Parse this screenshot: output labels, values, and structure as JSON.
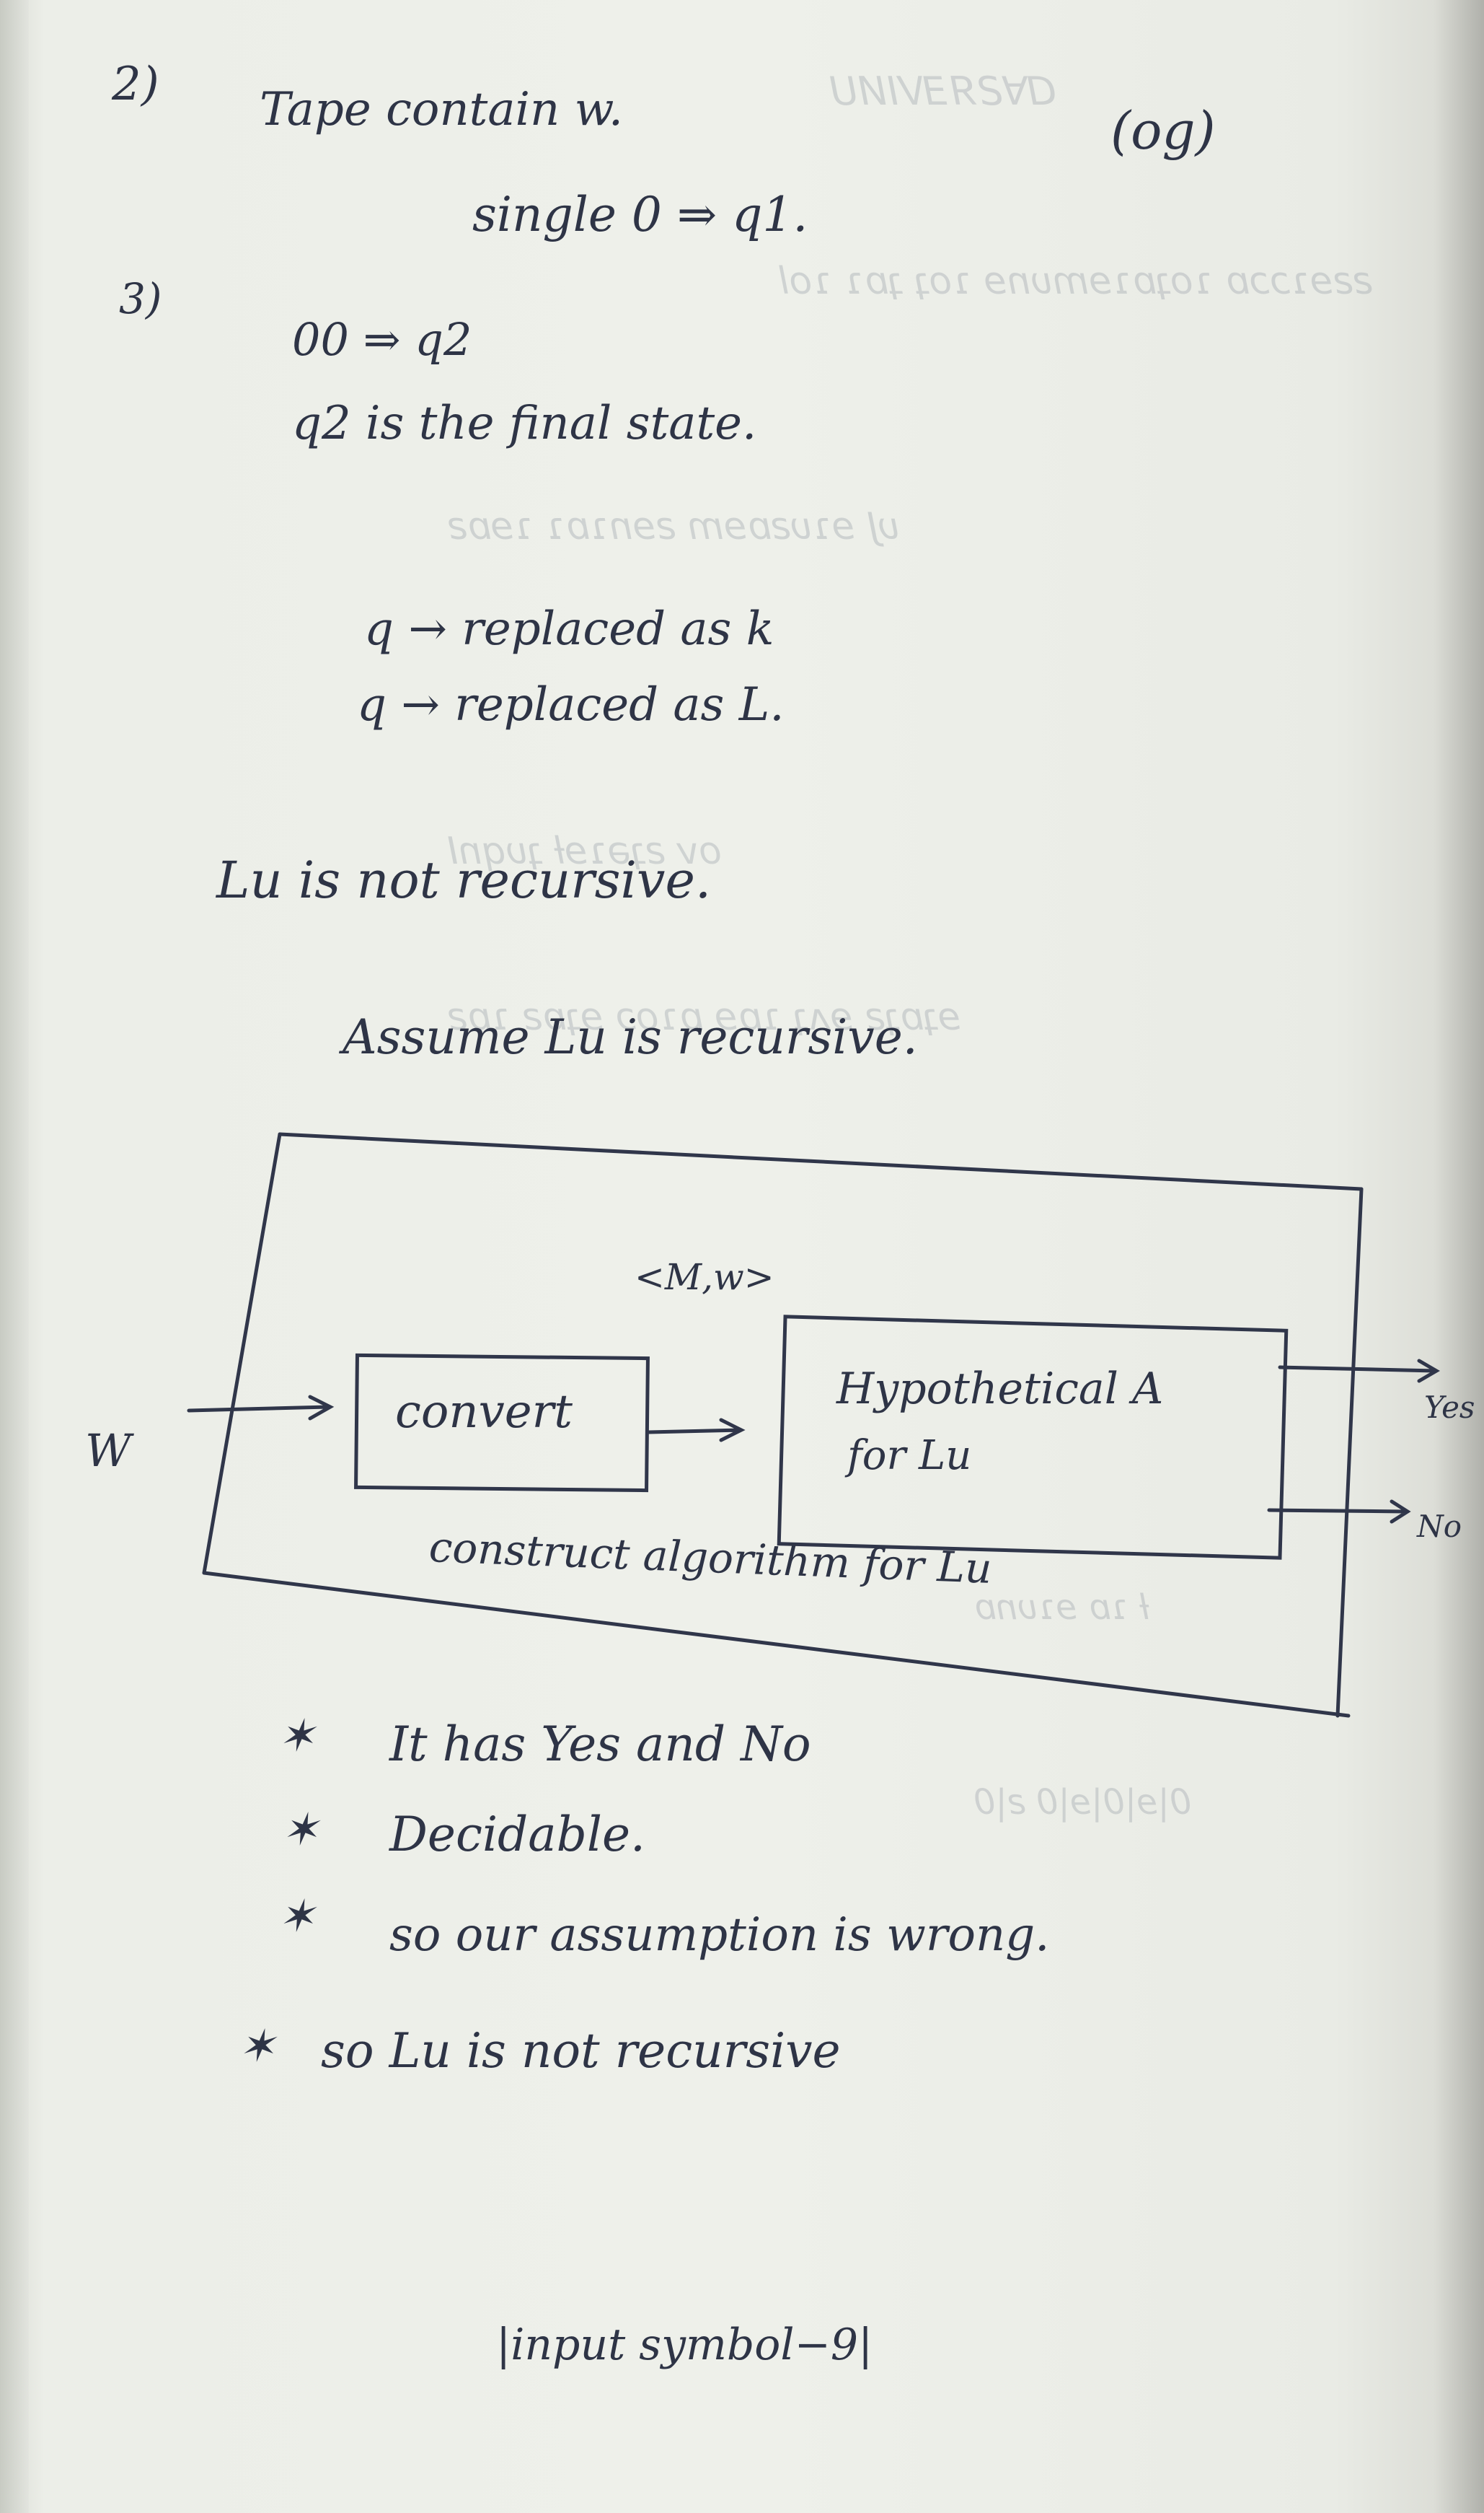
{
  "page": {
    "lines": {
      "step2": "2)",
      "tape": "Tape contain w.",
      "og": "(og)",
      "single": "single 0 ⇒ q1.",
      "step3": "3)",
      "double": "00 ⇒ q2",
      "final": "q2 is the final state.",
      "replaced_k": "q → replaced as k",
      "replaced_l": "q → replaced as L.",
      "lu_not_rec": "Lu is not recursive.",
      "assume": "Assume Lu is recursive."
    },
    "diagram": {
      "mw": "<M,w>",
      "input_w": "W",
      "convert": "convert",
      "hypothetical_line1": "Hypothetical A",
      "hypothetical_line2": "for Lu",
      "yes": "Yes",
      "no": "No",
      "caption": "construct algorithm for Lu"
    },
    "bullets": [
      "It has Yes and No",
      "Decidable.",
      "so our assumption is wrong.",
      "so Lu is not recursive"
    ],
    "bullet_mark": "✶",
    "footer": "|input symbol−9|"
  }
}
